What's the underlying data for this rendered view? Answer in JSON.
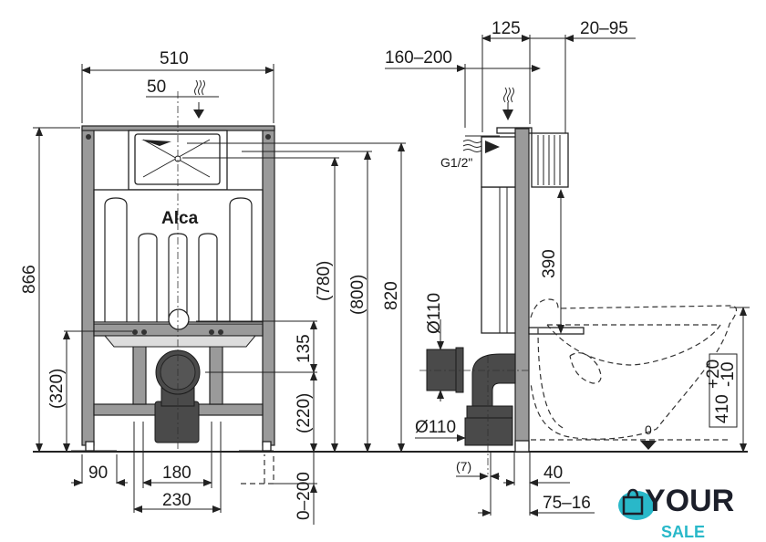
{
  "front_view": {
    "brand": "Alca",
    "dims": {
      "width": "510",
      "offset": "50",
      "height_total": "866",
      "h320": "(320)",
      "h780": "(780)",
      "h800": "(800)",
      "h820": "820",
      "h135": "135",
      "h220": "(220)",
      "adj": "0–200",
      "w90": "90",
      "w180": "180",
      "w230": "230"
    }
  },
  "side_view": {
    "dims": {
      "d125": "125",
      "d20_95": "20–95",
      "d160_200": "160–200",
      "thread": "G1/2\"",
      "d390": "390",
      "pipe_upper": "Ø110",
      "pipe_lower": "Ø110",
      "d7": "(7)",
      "d40": "40",
      "d75_16": "75–16",
      "bowl_height": "410",
      "tol_plus": "+20",
      "tol_minus": "-10",
      "floor_zero": "0"
    }
  },
  "watermark": {
    "line1": "YOUR",
    "line2": "SALE",
    "accent": "#29b8c9"
  }
}
